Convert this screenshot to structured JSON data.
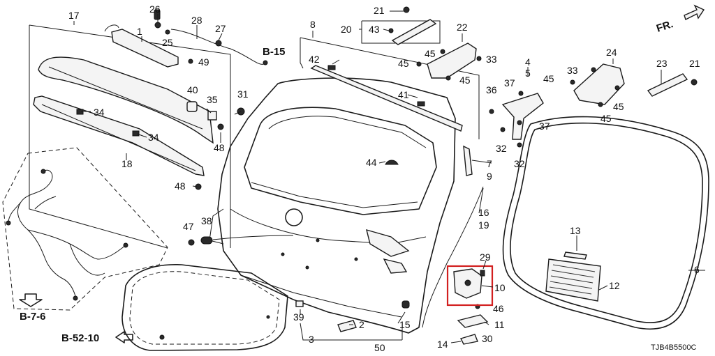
{
  "diagram": {
    "part_numbers": [
      "1",
      "2",
      "3",
      "4",
      "5",
      "6",
      "7",
      "8",
      "9",
      "10",
      "11",
      "12",
      "13",
      "14",
      "15",
      "16",
      "17",
      "18",
      "19",
      "20",
      "21",
      "22",
      "23",
      "24",
      "25",
      "26",
      "27",
      "28",
      "29",
      "30",
      "31",
      "32",
      "33",
      "34",
      "35",
      "36",
      "37",
      "38",
      "39",
      "40",
      "41",
      "42",
      "43",
      "44",
      "45",
      "46",
      "47",
      "48",
      "49",
      "50"
    ],
    "callouts": {
      "p17": "17",
      "p1": "1",
      "p26": "26",
      "p25": "25",
      "p28": "28",
      "p27": "27",
      "p49": "49",
      "p40": "40",
      "p35": "35",
      "p31": "31",
      "p34a": "34",
      "p34b": "34",
      "p48a": "48",
      "p18": "18",
      "p48b": "48",
      "p8": "8",
      "p21a": "21",
      "p20": "20",
      "p43": "43",
      "p22": "22",
      "p42": "42",
      "p45a": "45",
      "p33a": "33",
      "p45b": "45",
      "p41": "41",
      "p4": "4",
      "p5": "5",
      "p36": "36",
      "p37a": "37",
      "p37b": "37",
      "p32a": "32",
      "p32b": "32",
      "p24": "24",
      "p45c": "45",
      "p33b": "33",
      "p45d": "45",
      "p45e": "45",
      "p23": "23",
      "p21b": "21",
      "p44": "44",
      "p7": "7",
      "p9": "9",
      "p16": "16",
      "p19": "19",
      "p47": "47",
      "p38": "38",
      "p13": "13",
      "p12": "12",
      "p6": "6",
      "p29": "29",
      "p10": "10",
      "p46": "46",
      "p11": "11",
      "p30": "30",
      "p14": "14",
      "p15": "15",
      "p2": "2",
      "p39": "39",
      "p3": "3",
      "p50": "50"
    },
    "refs": {
      "b15": "B-15",
      "b76": "B-7-6",
      "b5210": "B-52-10",
      "fr": "FR."
    },
    "diagram_code": "TJB4B5500C",
    "highlight_color": "#d21f1f"
  }
}
